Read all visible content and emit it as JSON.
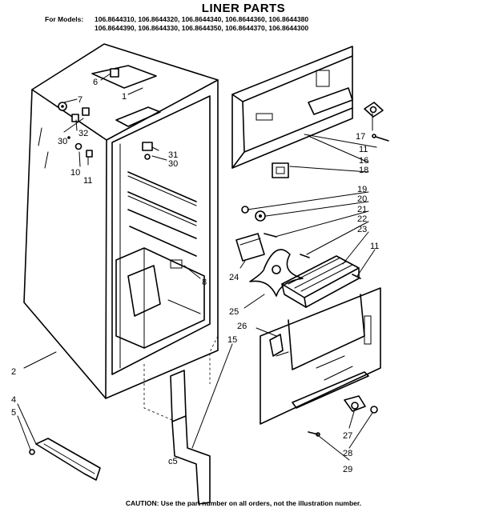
{
  "header": {
    "title": "LINER PARTS",
    "models_label": "For Models:",
    "models_line1": "106.8644310, 106.8644320, 106.8644340, 106.8644360, 106.8644380",
    "models_line2": "106.8644390, 106.8644330, 106.8644350, 106.8644370, 106.8644300"
  },
  "callouts": {
    "c1": "1",
    "c2": "2",
    "c4": "4",
    "c5": "5",
    "c6": "6",
    "c7": "7",
    "c8": "8",
    "c10": "10",
    "c11a": "11",
    "c11b": "11",
    "c11c": "11",
    "c15": "15",
    "c16": "16",
    "c17": "17",
    "c18": "18",
    "c19": "19",
    "c20": "20",
    "c21": "21",
    "c22": "22",
    "c23": "23",
    "c24": "24",
    "c25": "25",
    "c26": "26",
    "c27": "27",
    "c28": "28",
    "c29": "29",
    "c30a": "30",
    "c30b": "30",
    "c31": "31",
    "c32": "32",
    "c5b": "c5"
  },
  "footer": {
    "caution": "CAUTION: Use the part number on all orders, not the illustration number."
  }
}
